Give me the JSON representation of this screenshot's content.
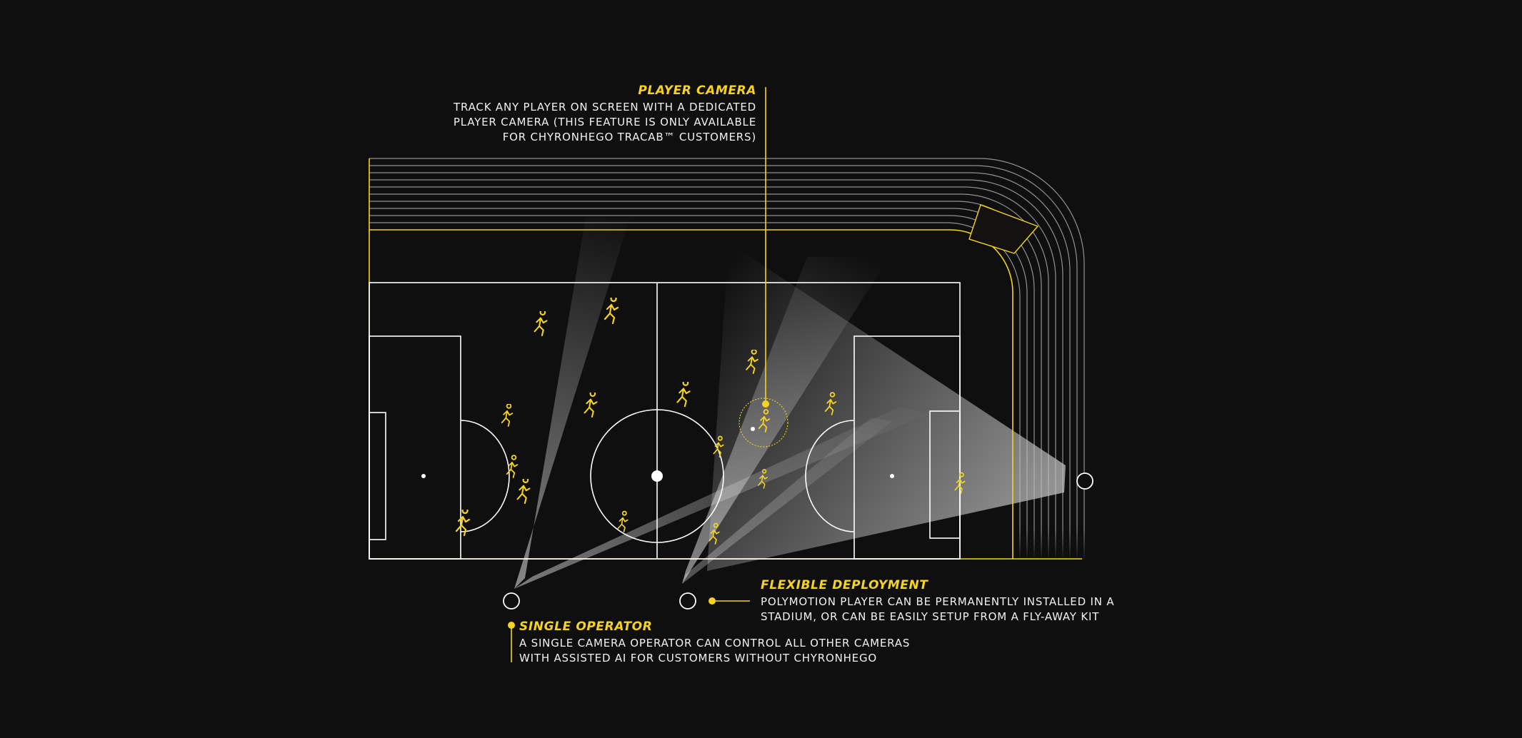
{
  "colors": {
    "background": "#0f0f10",
    "accent_yellow": "#f5d320",
    "pitch_lines": "#ffffff",
    "track_lines": "#bdbdbd"
  },
  "callouts": {
    "player_camera": {
      "title": "PLAYER CAMERA",
      "lines": [
        "TRACK ANY PLAYER ON SCREEN WITH A DEDICATED",
        "PLAYER CAMERA (THIS FEATURE IS ONLY AVAILABLE",
        "FOR CHYRONHEGO TRACAB™ CUSTOMERS)"
      ]
    },
    "flexible_deployment": {
      "title": "FLEXIBLE DEPLOYMENT",
      "lines": [
        "POLYMOTION PLAYER CAN BE PERMANENTLY INSTALLED IN A",
        "STADIUM, OR CAN BE EASILY SETUP FROM A FLY-AWAY KIT"
      ]
    },
    "single_operator": {
      "title": "SINGLE OPERATOR",
      "lines": [
        "A SINGLE CAMERA OPERATOR CAN CONTROL ALL OTHER CAMERAS",
        "WITH ASSISTED AI FOR CUSTOMERS WITHOUT CHYRONHEGO"
      ]
    }
  },
  "icons": {
    "player": "player-figure-icon",
    "camera": "camera-position-icon",
    "tracked_player": "tracked-player-icon"
  }
}
